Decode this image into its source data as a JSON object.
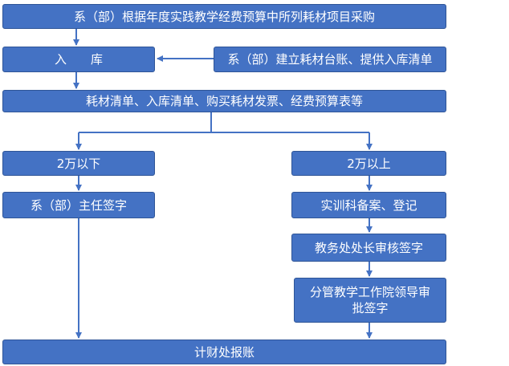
{
  "colors": {
    "box_fill": "#4472c4",
    "box_border": "#2f5597",
    "connector": "#4472c4",
    "text": "#ffffff"
  },
  "nodes": {
    "procure": "系（部）根据年度实践教学经费预算中所列耗材项目采购",
    "stock_in": "入　　库",
    "ledger": "系（部）建立耗材台账、提供入库清单",
    "documents": "耗材清单、入库清单、购买耗材发票、经费预算表等",
    "under_20k": "2万以下",
    "over_20k": "2万以上",
    "director_sign": "系（部）主任签字",
    "training_record": "实训科备案、登记",
    "academic_review": "教务处处长审核签字",
    "leader_approval_line1": "分管教学工作院领导审",
    "leader_approval_line2": "批签字",
    "reimburse": "计财处报账"
  }
}
